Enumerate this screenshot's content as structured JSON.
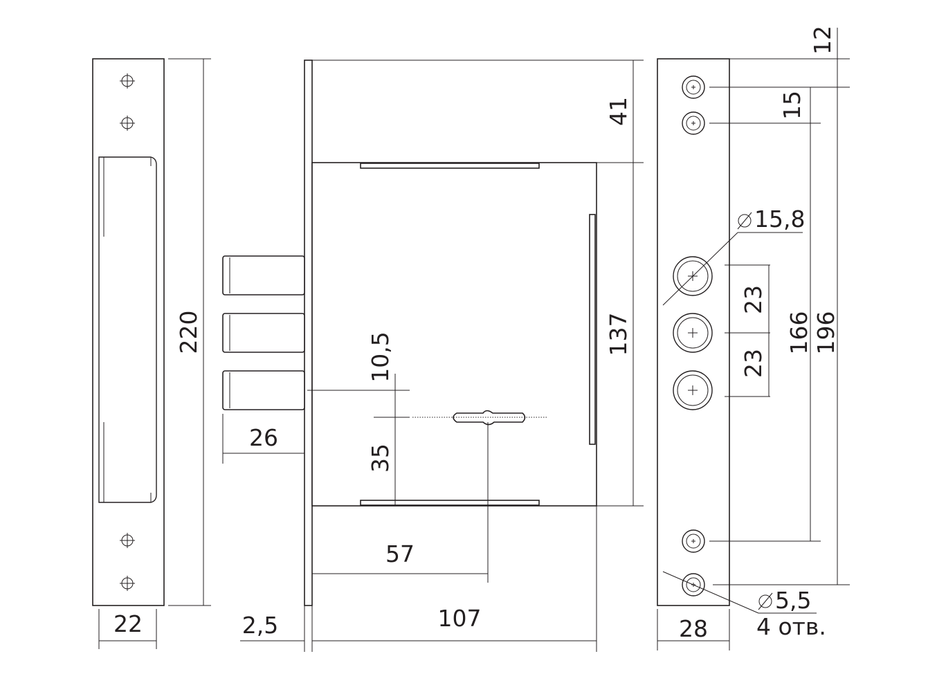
{
  "dimensions": {
    "strike_height": "220",
    "strike_width": "22",
    "faceplate_thickness": "2,5",
    "case_width": "107",
    "top_offset": "41",
    "case_height": "137",
    "keyhole_vertical_offset": "10,5",
    "keyhole_to_bottom": "35",
    "bolt_throw": "26",
    "backset": "57",
    "faceplate_top": "12",
    "screw_spacing_top": "15",
    "bolt_hole_diameter": "15,8",
    "bolt_spacing_upper": "23",
    "bolt_spacing_lower": "23",
    "screw_span_inner": "166",
    "screw_span_outer": "196",
    "screw_hole_diameter": "5,5",
    "screw_hole_count": "4 отв.",
    "faceplate_width": "28"
  },
  "colors": {
    "line": "#231f20",
    "background": "#ffffff"
  }
}
